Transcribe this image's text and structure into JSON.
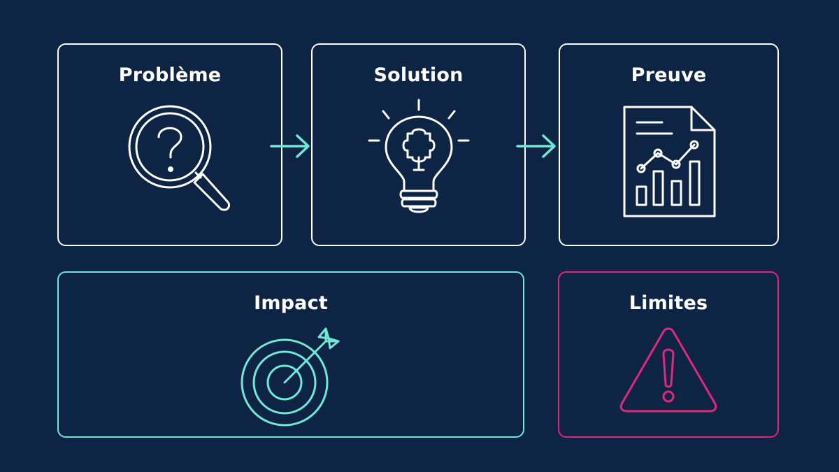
{
  "colors": {
    "background": "#0d2444",
    "stroke_default": "#ffffff",
    "accent_teal": "#6fe8d8",
    "accent_pink": "#e3277f"
  },
  "cards": {
    "probleme": {
      "label": "Problème",
      "icon": "magnifier-question-icon"
    },
    "solution": {
      "label": "Solution",
      "icon": "lightbulb-puzzle-icon"
    },
    "preuve": {
      "label": "Preuve",
      "icon": "report-chart-icon"
    },
    "impact": {
      "label": "Impact",
      "icon": "target-arrow-icon"
    },
    "limites": {
      "label": "Limites",
      "icon": "warning-triangle-icon"
    }
  },
  "connectors": [
    {
      "from": "Problème",
      "to": "Solution"
    },
    {
      "from": "Solution",
      "to": "Preuve"
    }
  ]
}
